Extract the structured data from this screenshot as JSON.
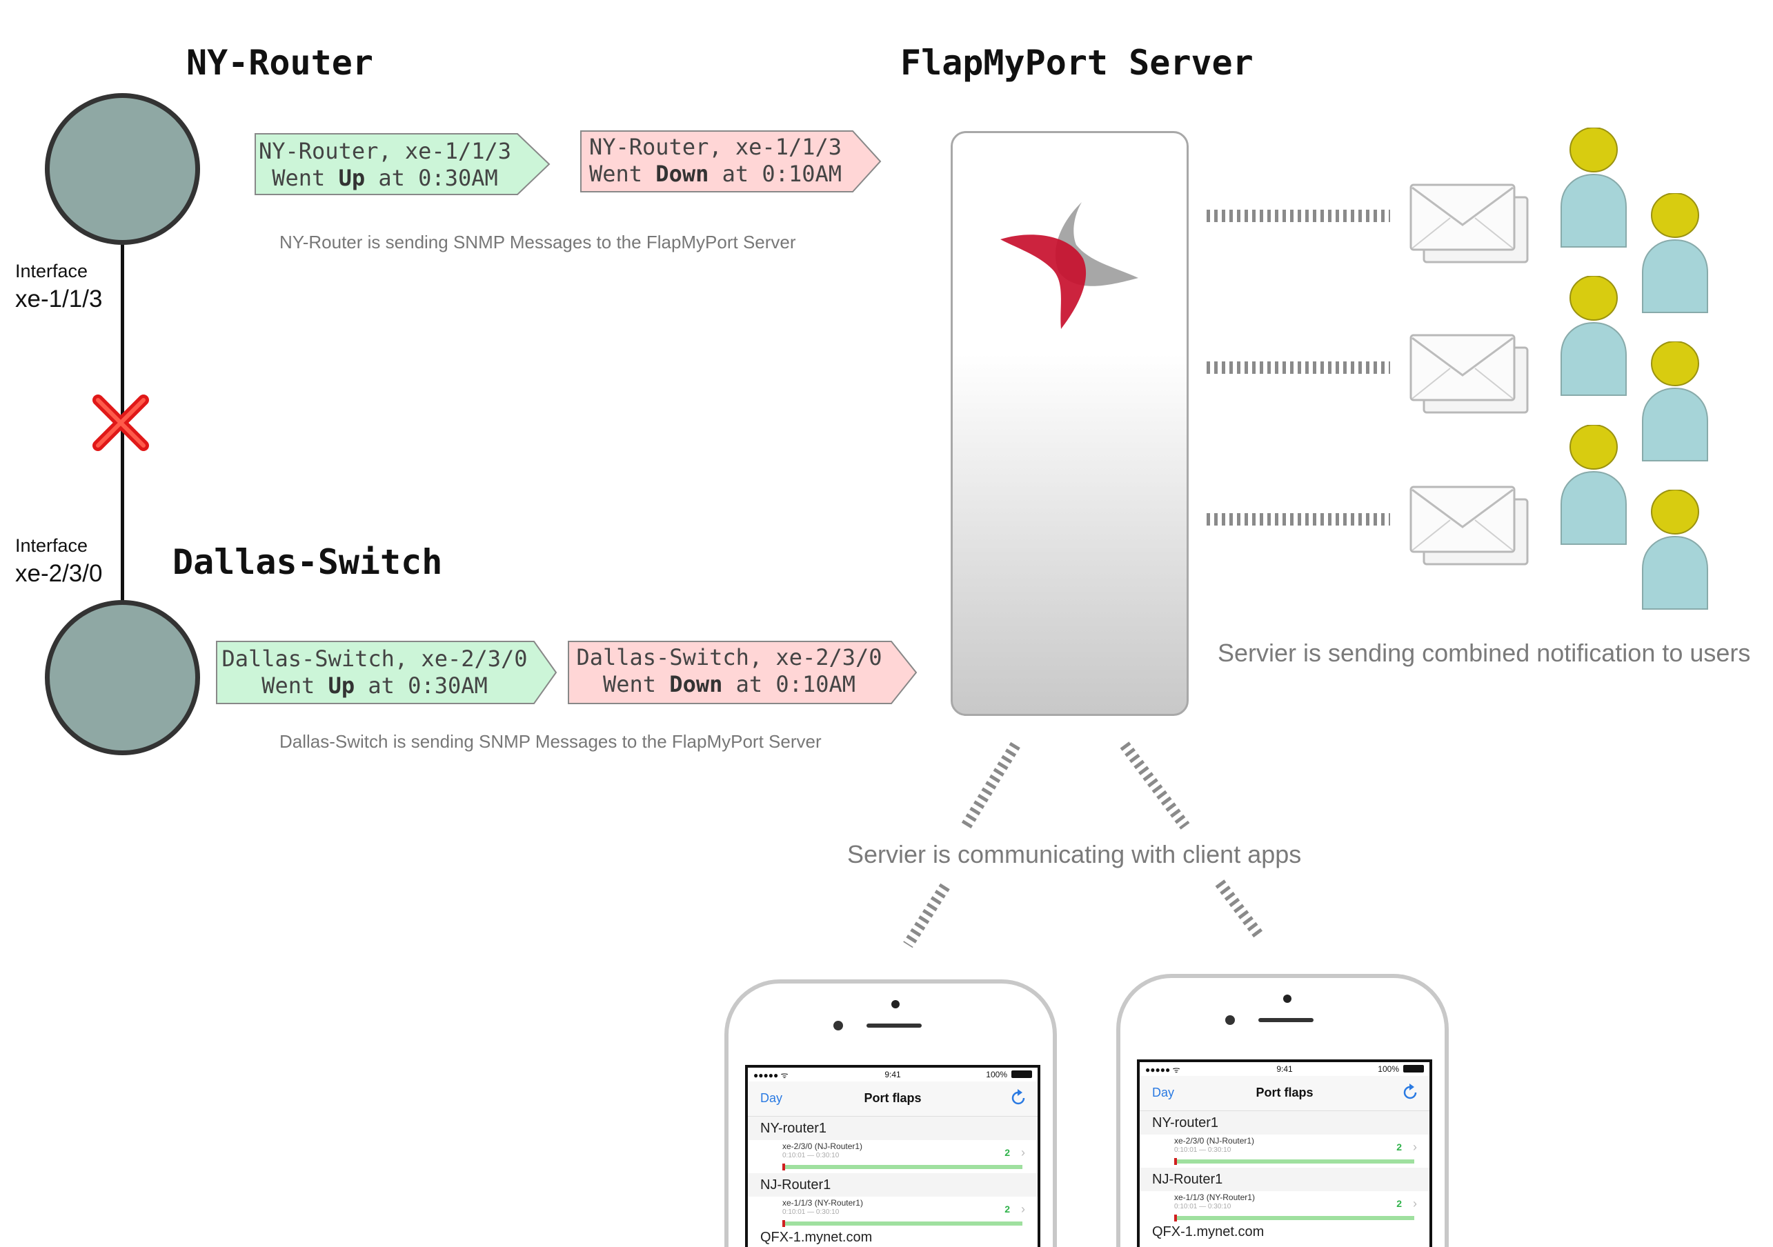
{
  "ny_router": {
    "title": "NY-Router",
    "interface_label": "Interface",
    "interface_name": "xe-1/1/3",
    "msg_up": {
      "line1": "NY-Router, xe-1/1/3",
      "prefix": "Went ",
      "state": "Up",
      "suffix": " at 0:30AM"
    },
    "msg_down": {
      "line1": "NY-Router, xe-1/1/3",
      "prefix": "Went ",
      "state": "Down",
      "suffix": " at 0:10AM"
    },
    "caption": "NY-Router is sending SNMP Messages to the FlapMyPort Server"
  },
  "dallas_switch": {
    "title": "Dallas-Switch",
    "interface_label": "Interface",
    "interface_name": "xe-2/3/0",
    "msg_up": {
      "line1": "Dallas-Switch, xe-2/3/0",
      "prefix": "Went ",
      "state": "Up",
      "suffix": " at 0:30AM"
    },
    "msg_down": {
      "line1": "Dallas-Switch, xe-2/3/0",
      "prefix": "Went ",
      "state": "Down",
      "suffix": " at 0:10AM"
    },
    "caption": "Dallas-Switch is sending SNMP Messages to the FlapMyPort Server"
  },
  "server": {
    "title": "FlapMyPort Server",
    "users_caption": "Servier is sending combined notification to users",
    "clients_caption": "Servier is communicating with client apps"
  },
  "colors": {
    "up_fill": "#ccf5d8",
    "down_fill": "#ffd6d6",
    "node_fill": "#8fa8a4",
    "logo_red": "#c8102e",
    "logo_gray": "#8a8a8a",
    "user_head": "#d8cc10",
    "user_body": "#a6d4d8"
  },
  "phones": [
    {
      "status_time": "9:41",
      "battery": "100%",
      "nav_left": "Day",
      "nav_title": "Port flaps",
      "sections": [
        {
          "head": "NY-router1",
          "row": {
            "name": "xe-2/3/0 (NJ-Router1)",
            "time": "0:10:01 — 0:30:10",
            "count": "2"
          }
        },
        {
          "head": "NJ-Router1",
          "row": {
            "name": "xe-1/1/3 (NY-Router1)",
            "time": "0:10:01 — 0:30:10",
            "count": "2"
          }
        }
      ],
      "truncated_head": "QFX-1.mynet.com"
    },
    {
      "status_time": "9:41",
      "battery": "100%",
      "nav_left": "Day",
      "nav_title": "Port flaps",
      "sections": [
        {
          "head": "NY-router1",
          "row": {
            "name": "xe-2/3/0 (NJ-Router1)",
            "time": "0:10:01 — 0:30:10",
            "count": "2"
          }
        },
        {
          "head": "NJ-Router1",
          "row": {
            "name": "xe-1/1/3 (NY-Router1)",
            "time": "0:10:01 — 0:30:10",
            "count": "2"
          }
        }
      ],
      "truncated_head": "QFX-1.mynet.com"
    }
  ]
}
